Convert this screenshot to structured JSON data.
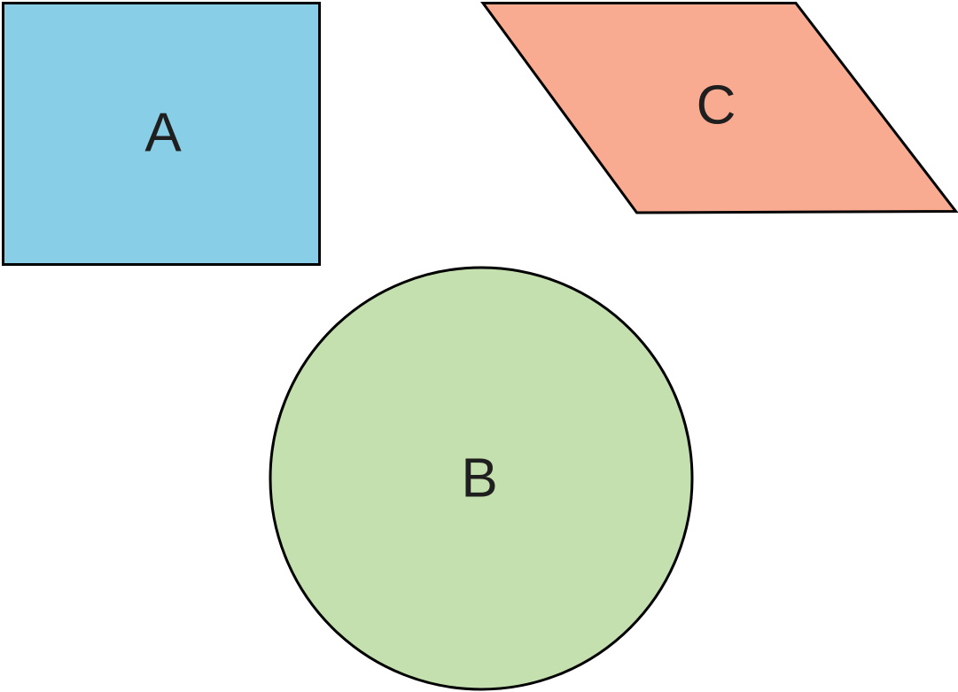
{
  "canvas": {
    "background_color": "#ffffff",
    "stroke_color": "#000000",
    "label_color": "#1f1f1f"
  },
  "shapes": {
    "rectangle": {
      "label": "A",
      "fill": "#87CEE6"
    },
    "circle": {
      "label": "B",
      "fill": "#C3E0AE"
    },
    "parallelogram": {
      "label": "C",
      "fill": "#F9AB91"
    }
  }
}
